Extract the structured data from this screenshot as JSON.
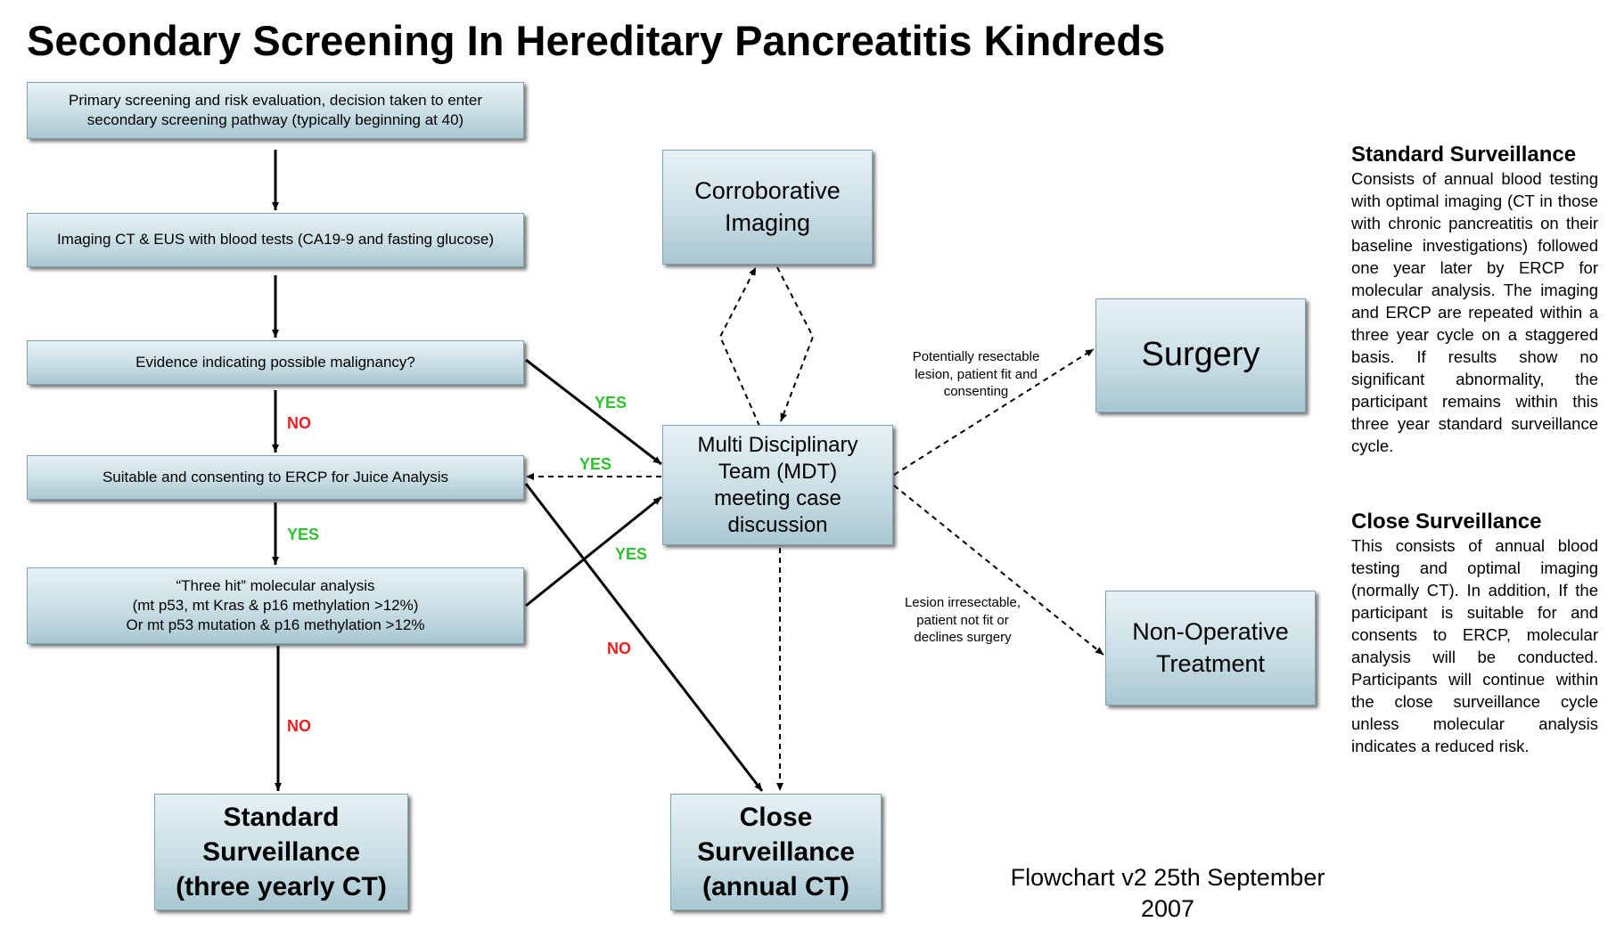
{
  "title": "Secondary Screening In Hereditary Pancreatitis Kindreds",
  "boxes": {
    "primary": [
      "Primary screening and risk evaluation, decision taken  to enter",
      "secondary screening pathway (typically beginning at 40)"
    ],
    "imaging": [
      "Imaging CT & EUS with blood tests (CA19-9 and fasting glucose)"
    ],
    "evidence": [
      "Evidence indicating possible malignancy?"
    ],
    "ercp": [
      "Suitable and consenting to ERCP for Juice Analysis"
    ],
    "threehit": [
      "“Three hit” molecular analysis",
      "(mt p53, mt Kras & p16 methylation >12%)",
      "Or mt p53 mutation & p16 methylation >12%"
    ],
    "corroborative": [
      "Corroborative",
      "Imaging"
    ],
    "mdt": [
      "Multi Disciplinary",
      "Team (MDT)",
      "meeting case",
      "discussion"
    ],
    "surgery": [
      "Surgery"
    ],
    "nonop": [
      "Non-Operative",
      "Treatment"
    ],
    "standard": [
      "Standard",
      "Surveillance",
      "(three yearly CT)"
    ],
    "close": [
      "Close",
      "Surveillance",
      "(annual CT)"
    ]
  },
  "labels": {
    "yes": "YES",
    "no": "NO"
  },
  "notes": {
    "resectable": [
      "Potentially resectable",
      "lesion, patient fit and",
      "consenting"
    ],
    "irresectable": [
      "Lesion irresectable,",
      "patient not fit or",
      "declines surgery"
    ]
  },
  "sidebar": {
    "standard_heading": "Standard Surveillance",
    "standard_text": "Consists of annual blood testing with optimal imaging (CT in those with chronic pancreatitis on their baseline investigations) followed one year later by ERCP for molecular analysis. The imaging and ERCP are repeated within a three year cycle on a staggered basis. If results show no significant abnormality, the participant remains within this three year standard surveillance cycle.",
    "close_heading": "Close Surveillance",
    "close_text": "This consists of annual blood testing and optimal imaging (normally CT). In addition, If the participant is suitable for and consents to ERCP, molecular analysis will be conducted. Participants will continue within the close surveillance cycle unless molecular analysis indicates a reduced risk."
  },
  "footer": [
    "Flowchart v2 25th September",
    "2007"
  ]
}
